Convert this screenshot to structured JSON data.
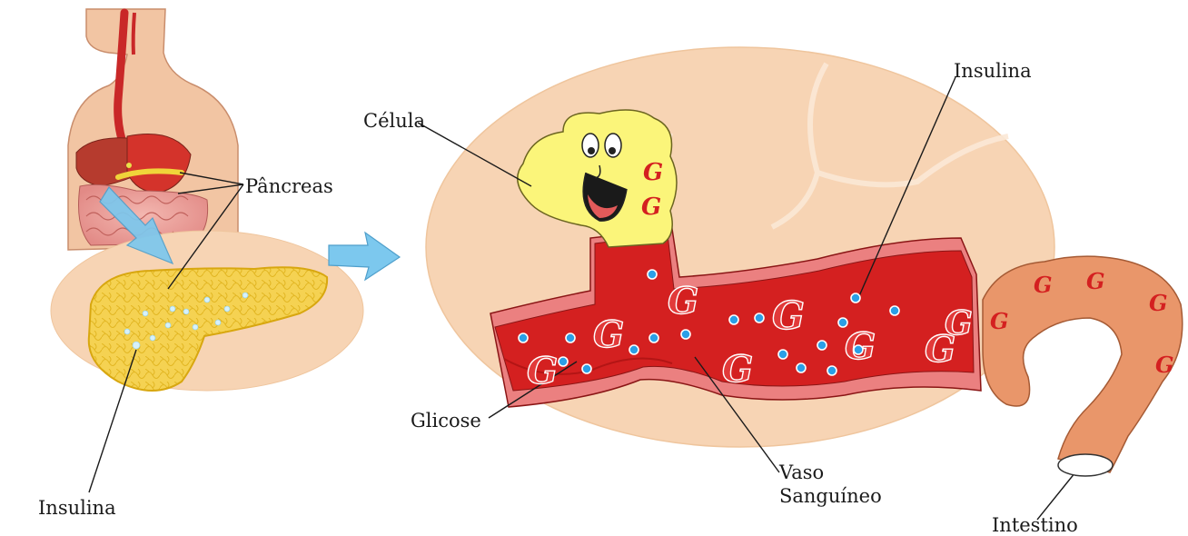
{
  "labels": {
    "pancreas": "Pâncreas",
    "insulin_left": "Insulina",
    "cell": "Célula",
    "insulin_right": "Insulina",
    "glucose": "Glicose",
    "vessel_line1": "Vaso",
    "vessel_line2": "Sanguíneo",
    "intestine": "Intestino"
  },
  "glucose_symbol": "G",
  "colors": {
    "skin": "#f2c5a3",
    "zoom_ellipse": "#f7d4b4",
    "pancreas": "#f3cd43",
    "vessel": "#d42020",
    "vessel_light": "#eb8080",
    "cell": "#fbf57a",
    "intestine": "#e9966a",
    "arrow": "#7cc8ee",
    "insulin_dot": "#2b9fe6",
    "glucose_text": "#d42020"
  }
}
